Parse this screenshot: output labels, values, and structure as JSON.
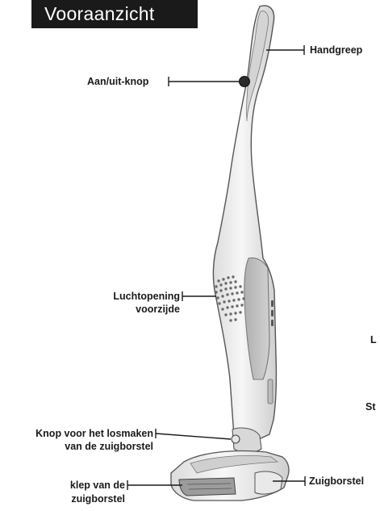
{
  "title": "Vooraanzicht",
  "labels": {
    "handle": "Handgreep",
    "power_button": "Aan/uit-knop",
    "front_vent_line1": "Luchtopening",
    "front_vent_line2": "voorzijde",
    "brush_release_line1": "Knop voor het losmaken",
    "brush_release_line2": "van de zuigborstel",
    "brush_flap_line1": "klep van de",
    "brush_flap_line2": "zuigborstel",
    "brush": "Zuigborstel",
    "cut_off_right_1": "L",
    "cut_off_right_2": "St"
  },
  "colors": {
    "title_bg": "#1a1a1a",
    "title_text": "#ffffff",
    "body_fill": "#ebebeb",
    "outline": "#555555",
    "leader": "#1a1a1a"
  }
}
